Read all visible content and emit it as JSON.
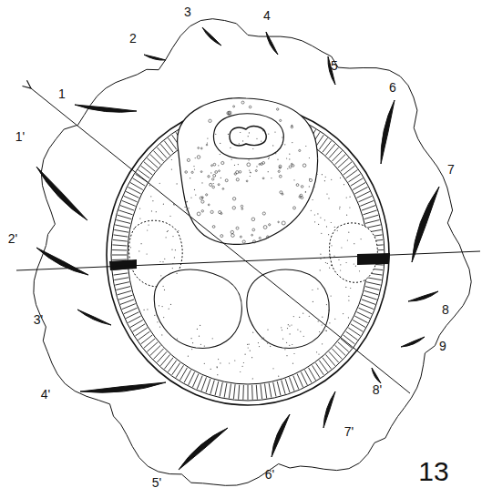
{
  "diagram": {
    "labels": [
      "1",
      "2",
      "3",
      "4",
      "5",
      "6",
      "7",
      "8",
      "9",
      "1'",
      "2'",
      "3'",
      "4'",
      "5'",
      "6'",
      "7'",
      "8'",
      "13"
    ]
  }
}
